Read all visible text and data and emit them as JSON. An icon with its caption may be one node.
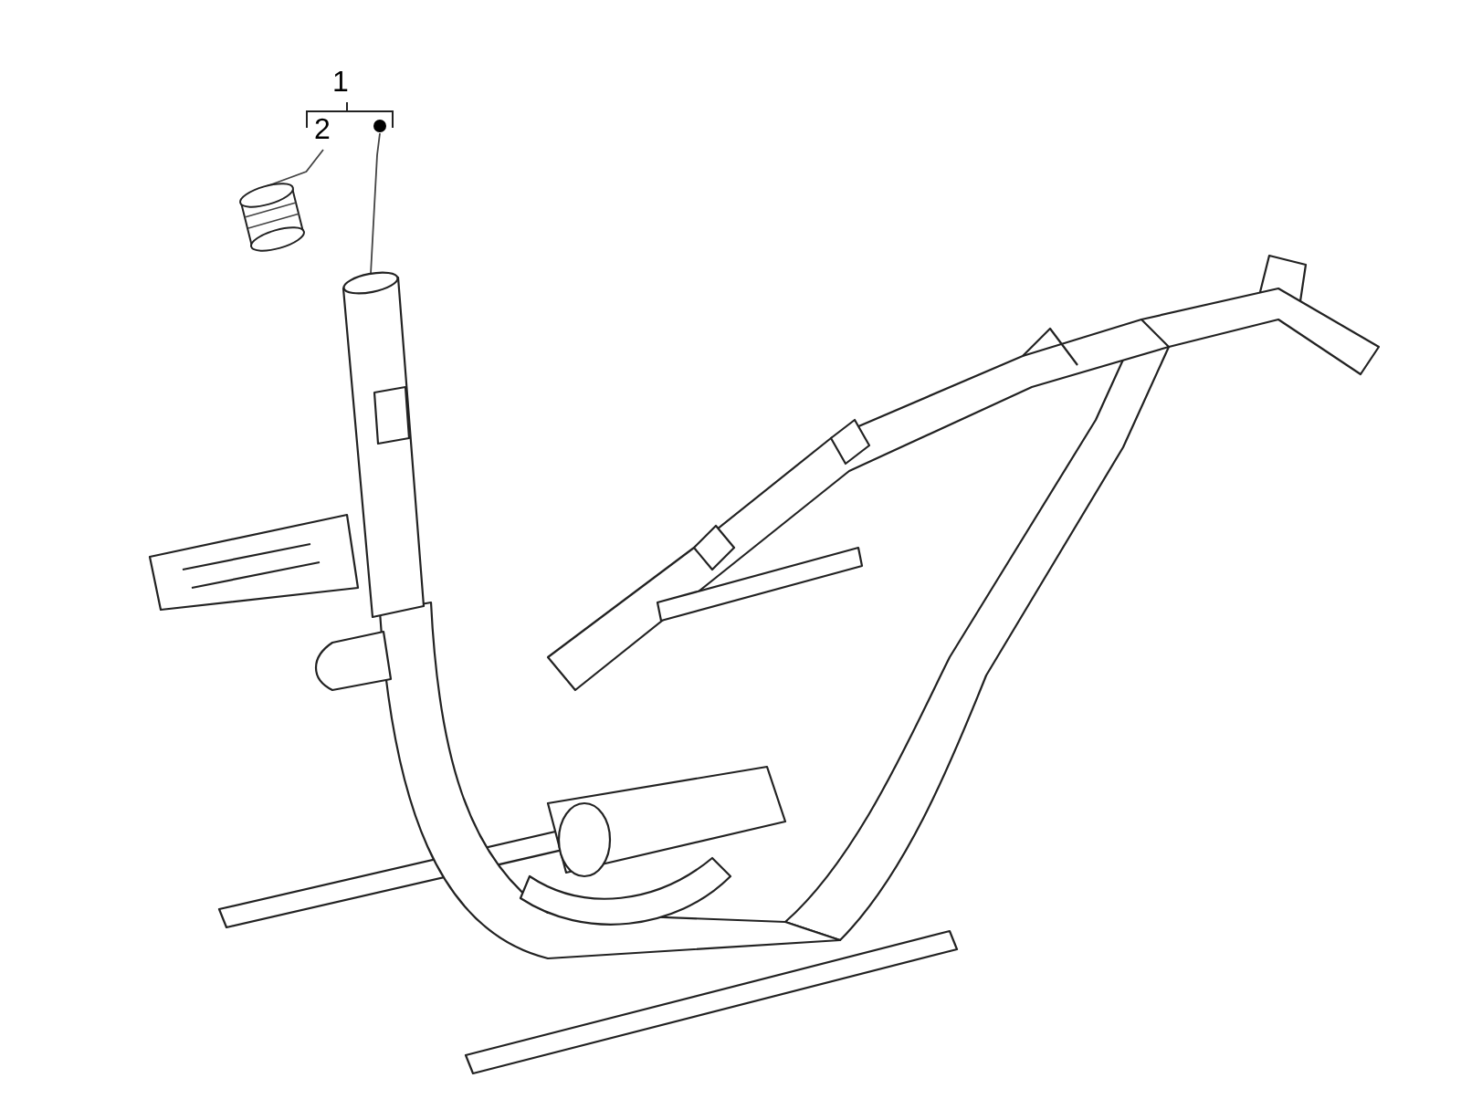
{
  "diagram": {
    "nodes": [
      {
        "text": [
          "1"
        ]
      },
      {
        "text": [
          "2"
        ]
      },
      {
        "text": [],
        "shape": "picture"
      },
      {
        "text": [],
        "shape": "picture"
      }
    ],
    "edges": [
      {
        "from": 0,
        "to": 3,
        "arrow": "none"
      },
      {
        "from": 1,
        "to": 2,
        "arrow": "none"
      }
    ]
  }
}
